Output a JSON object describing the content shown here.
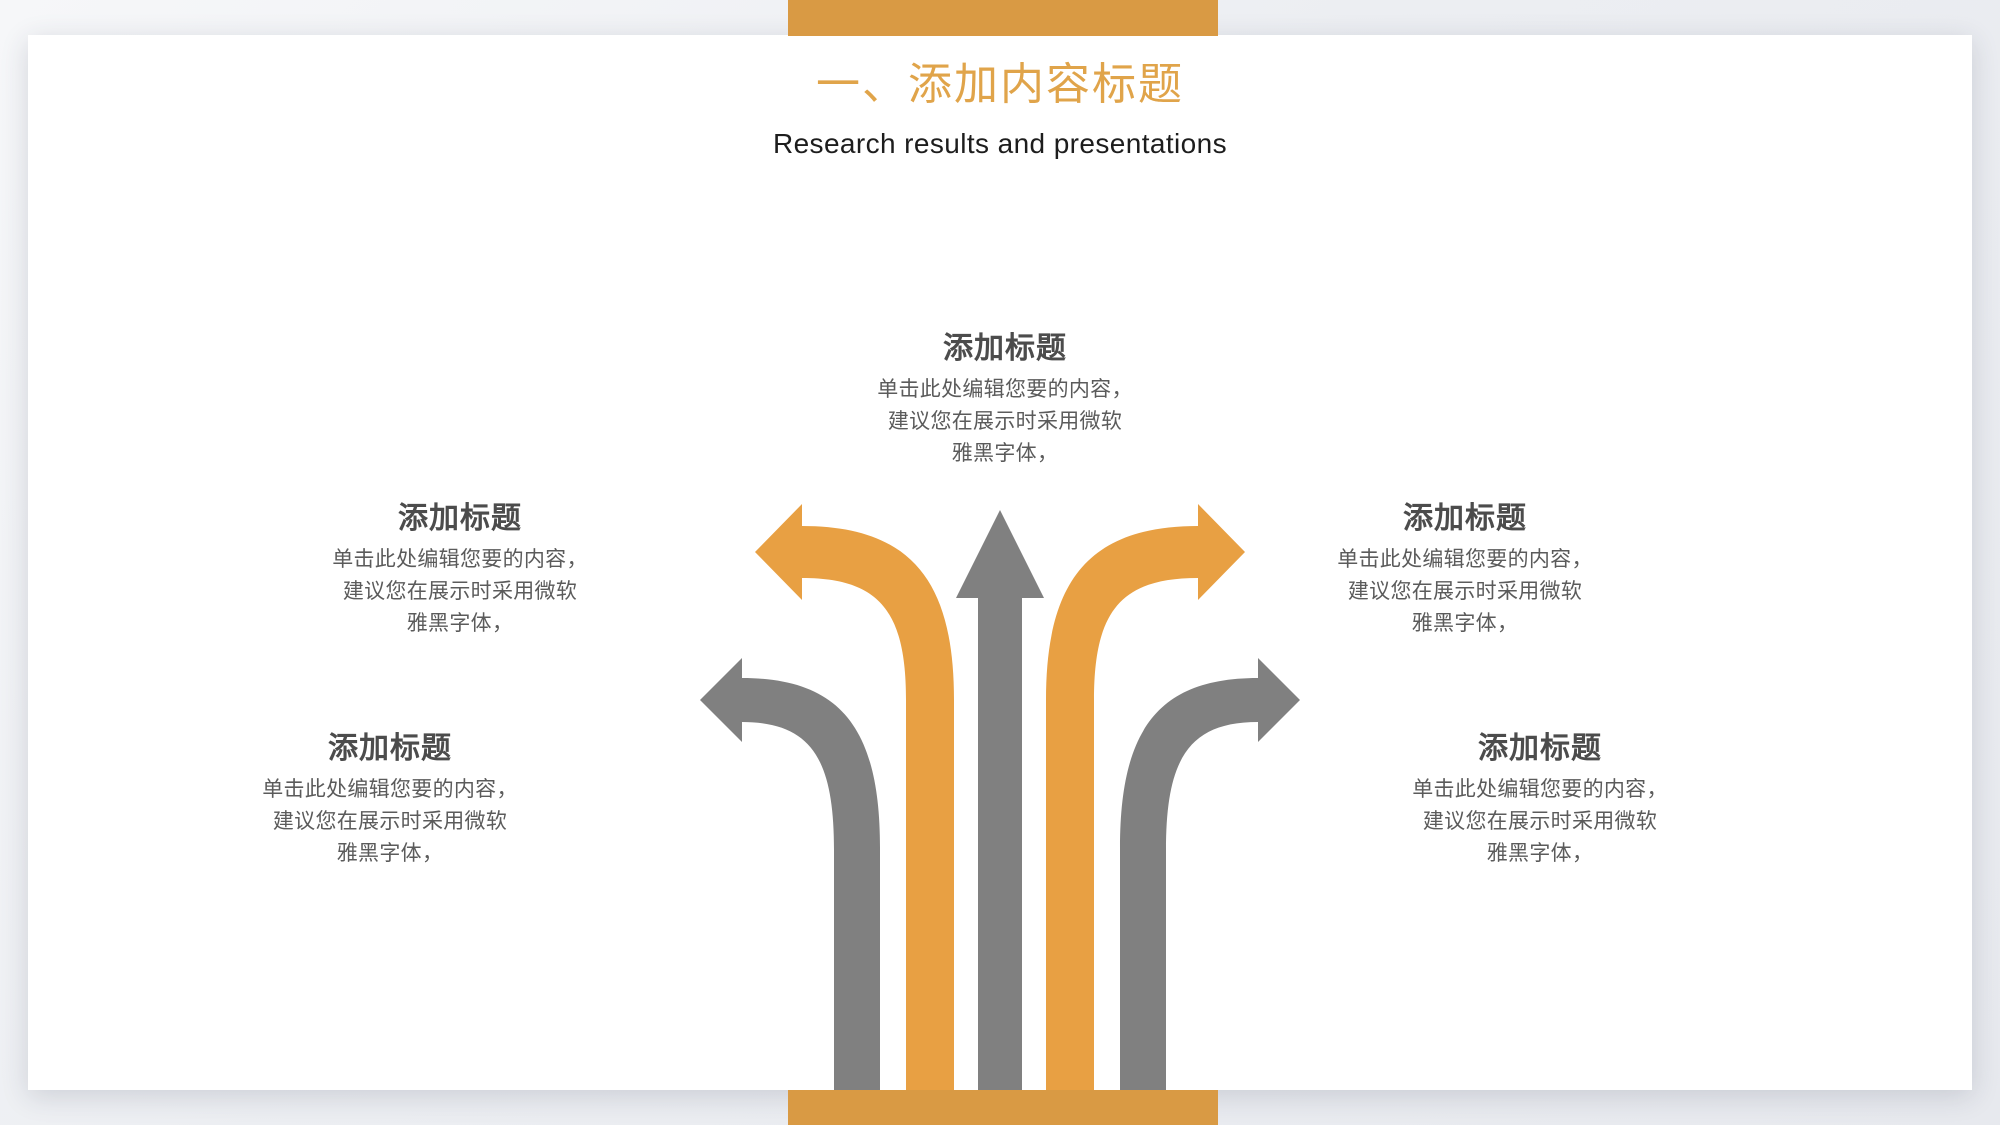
{
  "slide": {
    "title": "一、添加内容标题",
    "subtitle": "Research results and presentations",
    "accent_color": "#d99a44",
    "arrow_orange": "#e8a043",
    "arrow_gray": "#808080",
    "background": "#eceef2",
    "card_color": "#ffffff"
  },
  "callouts": [
    {
      "id": "top-center",
      "title": "添加标题",
      "body_lines": [
        "单击此处编辑您要的内容，",
        "建议您在展示时采用微软",
        "雅黑字体，"
      ],
      "arrow": "up-straight",
      "arrow_color": "#808080"
    },
    {
      "id": "mid-left",
      "title": "添加标题",
      "body_lines": [
        "单击此处编辑您要的内容，",
        "建议您在展示时采用微软",
        "雅黑字体，"
      ],
      "arrow": "curve-up-left",
      "arrow_color": "#e8a043"
    },
    {
      "id": "mid-right",
      "title": "添加标题",
      "body_lines": [
        "单击此处编辑您要的内容，",
        "建议您在展示时采用微软",
        "雅黑字体，"
      ],
      "arrow": "curve-up-right",
      "arrow_color": "#e8a043"
    },
    {
      "id": "bot-left",
      "title": "添加标题",
      "body_lines": [
        "单击此处编辑您要的内容，",
        "建议您在展示时采用微软",
        "雅黑字体，"
      ],
      "arrow": "curve-low-left",
      "arrow_color": "#808080"
    },
    {
      "id": "bot-right",
      "title": "添加标题",
      "body_lines": [
        "单击此处编辑您要的内容，",
        "建议您在展示时采用微软",
        "雅黑字体，"
      ],
      "arrow": "curve-low-right",
      "arrow_color": "#808080"
    }
  ],
  "diagram": {
    "type": "five-branch-arrow-diagram",
    "branch_count": 5,
    "description": "五条箭头自底部向上发散：中间灰色直箭头，两侧橙色上弯箭头，外侧灰色下弯箭头"
  }
}
